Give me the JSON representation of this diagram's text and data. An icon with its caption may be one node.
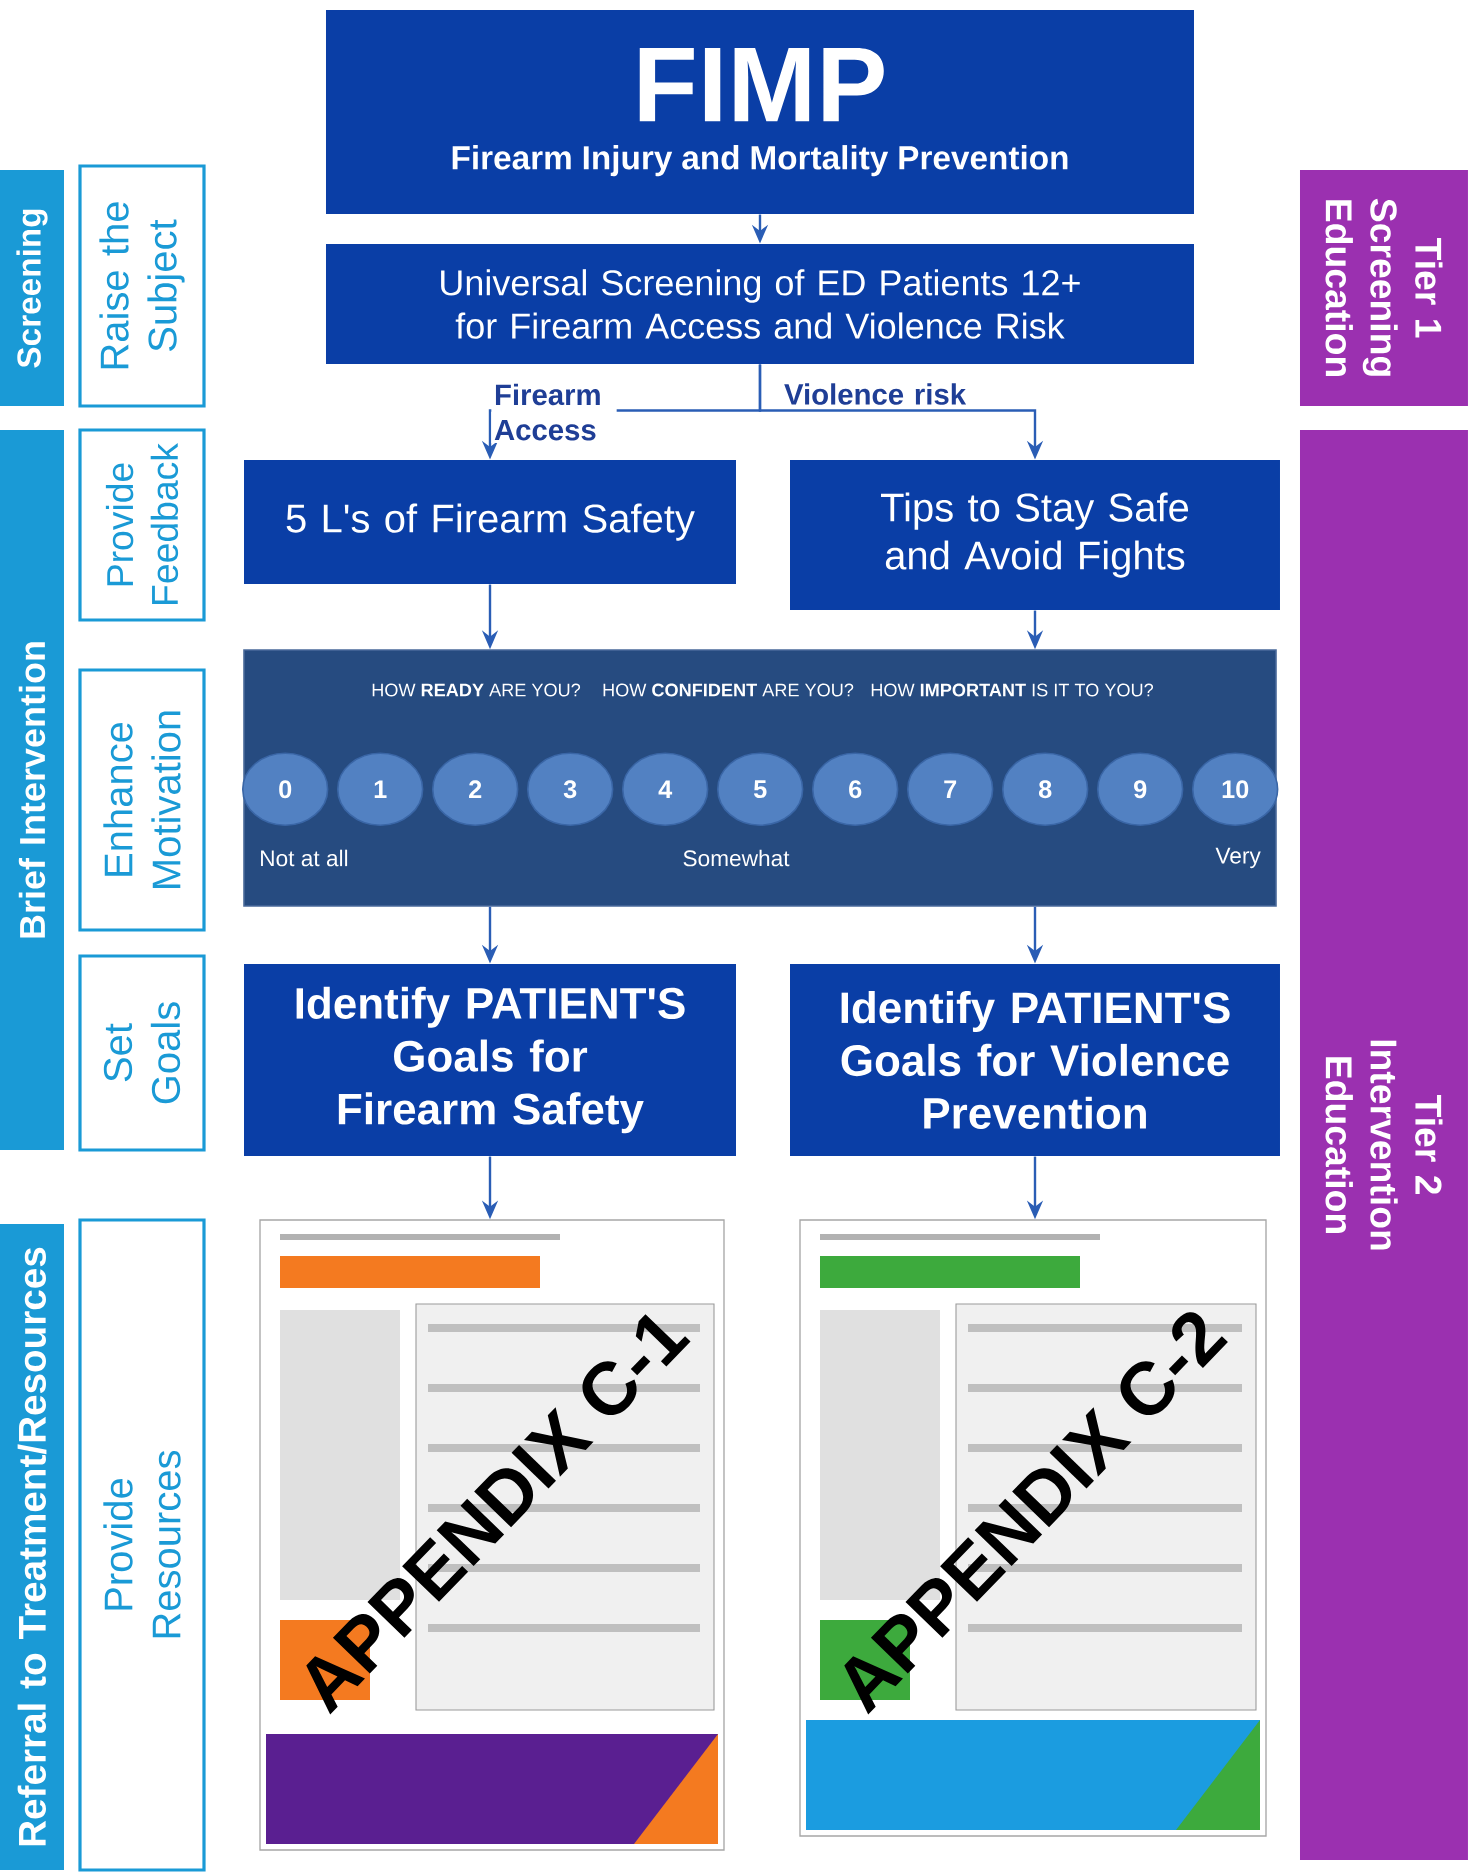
{
  "diagram": {
    "nodes": [
      {
        "text": [
          "FIMP",
          "Firearm Injury and Mortality Prevention"
        ]
      },
      {
        "text": [
          "Universal Screening of ED Patients 12+ for Firearm Access and Violence Risk"
        ]
      },
      {
        "text": [
          "Screening"
        ]
      },
      {
        "text": [
          "Raise the Subject"
        ]
      },
      {
        "text": [
          "Tier 1 Screening Education"
        ]
      },
      {
        "text": [
          "5 L's of Firearm Safety"
        ]
      },
      {
        "text": [
          "Tips to Stay Safe and Avoid Fights"
        ]
      },
      {
        "text": [
          "Brief Intervention"
        ]
      },
      {
        "text": [
          "Provide Feedback"
        ]
      },
      {
        "text": [
          "Enhance Motivation"
        ]
      },
      {
        "text": [
          "Set Goals"
        ]
      },
      {
        "text": [
          "Tier 2 Intervention Education"
        ]
      },
      {
        "text": [
          "HOW **READY** ARE YOU?",
          "HOW **CONFIDENT** ARE YOU?",
          "HOW **IMPORTANT** IS IT TO YOU?",
          "Not at all",
          "Somewhat",
          "Very"
        ]
      },
      {
        "text": [
          "0"
        ],
        "in": 12
      },
      {
        "text": [
          "1"
        ],
        "in": 12
      },
      {
        "text": [
          "2"
        ],
        "in": 12
      },
      {
        "text": [
          "3"
        ],
        "in": 12
      },
      {
        "text": [
          "4"
        ],
        "in": 12
      },
      {
        "text": [
          "5"
        ],
        "in": 12
      },
      {
        "text": [
          "6"
        ],
        "in": 12
      },
      {
        "text": [
          "7"
        ],
        "in": 12
      },
      {
        "text": [
          "8"
        ],
        "in": 12
      },
      {
        "text": [
          "9"
        ],
        "in": 12
      },
      {
        "text": [
          "10"
        ],
        "in": 12
      },
      {
        "text": [
          "Identify PATIENT'S Goals for Firearm Safety"
        ]
      },
      {
        "text": [
          "Identify PATIENT'S Goals for Violence Prevention"
        ]
      },
      {
        "text": [
          "Referral to Treatment/Resources"
        ]
      },
      {
        "text": [
          "Provide Resources"
        ]
      },
      {
        "text": [],
        "shape": "picture"
      },
      {
        "text": [],
        "shape": "picture"
      }
    ],
    "edges": [
      {
        "from": 0,
        "to": 1,
        "arrow": "to"
      },
      {
        "from": 1,
        "to": 5,
        "arrow": "to",
        "label": "Firearm Access"
      },
      {
        "from": 1,
        "to": 6,
        "arrow": "to",
        "label": "Violence risk"
      },
      {
        "from": 5,
        "to": 12,
        "arrow": "to"
      },
      {
        "from": 6,
        "to": 12,
        "arrow": "to"
      },
      {
        "from": 12,
        "to": 24,
        "arrow": "to"
      },
      {
        "from": 12,
        "to": 25,
        "arrow": "to"
      },
      {
        "from": 24,
        "to": 28,
        "arrow": "to"
      },
      {
        "from": 25,
        "to": 29,
        "arrow": "to"
      }
    ],
    "labels": [
      "APPENDIX C-1",
      "APPENDIX C-2"
    ]
  }
}
